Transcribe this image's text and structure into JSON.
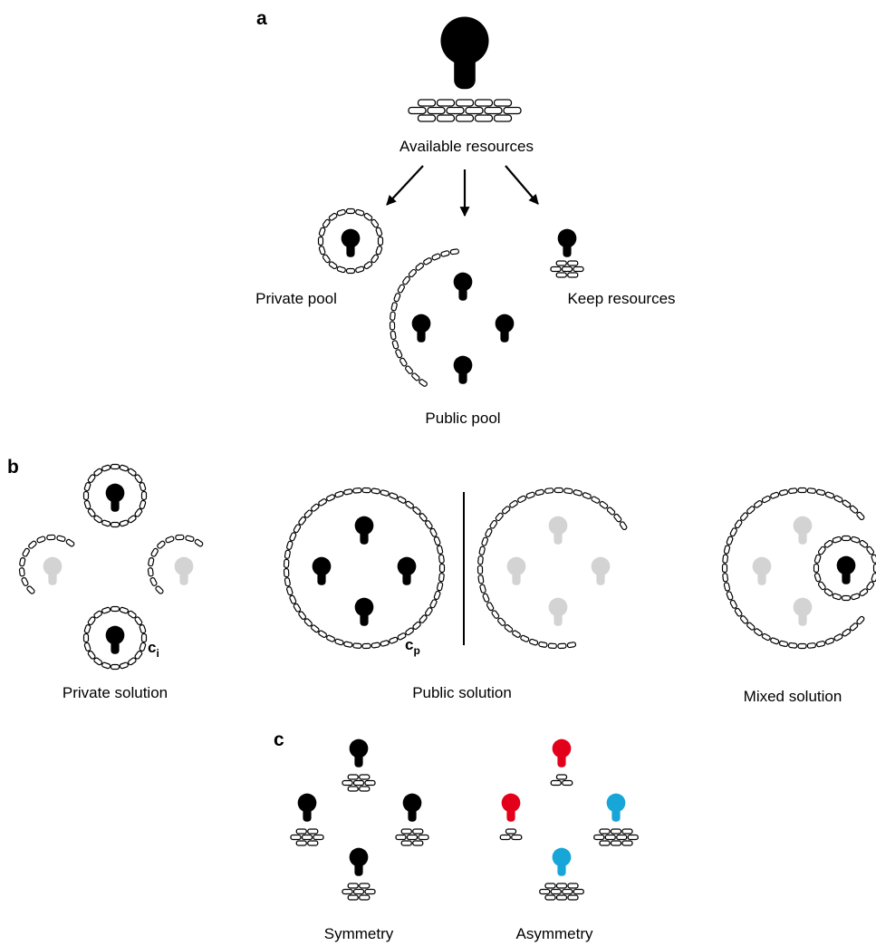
{
  "panels": {
    "a": {
      "letter": "a",
      "available_label": "Available resources",
      "private_pool_label": "Private pool",
      "public_pool_label": "Public pool",
      "keep_label": "Keep resources"
    },
    "b": {
      "letter": "b",
      "private_solution_label": "Private solution",
      "public_solution_label": "Public solution",
      "mixed_solution_label": "Mixed solution",
      "ci_base": "c",
      "ci_sub": "i",
      "cp_base": "c",
      "cp_sub": "p"
    },
    "c": {
      "letter": "c",
      "symmetry_label": "Symmetry",
      "asymmetry_label": "Asymmetry"
    }
  },
  "colors": {
    "agent": "#000000",
    "agent_faded": "#d3d3d3",
    "agent_red": "#e3001b",
    "agent_blue": "#18a5d8",
    "brick_stroke": "#000000",
    "brick_fill": "#ffffff"
  }
}
